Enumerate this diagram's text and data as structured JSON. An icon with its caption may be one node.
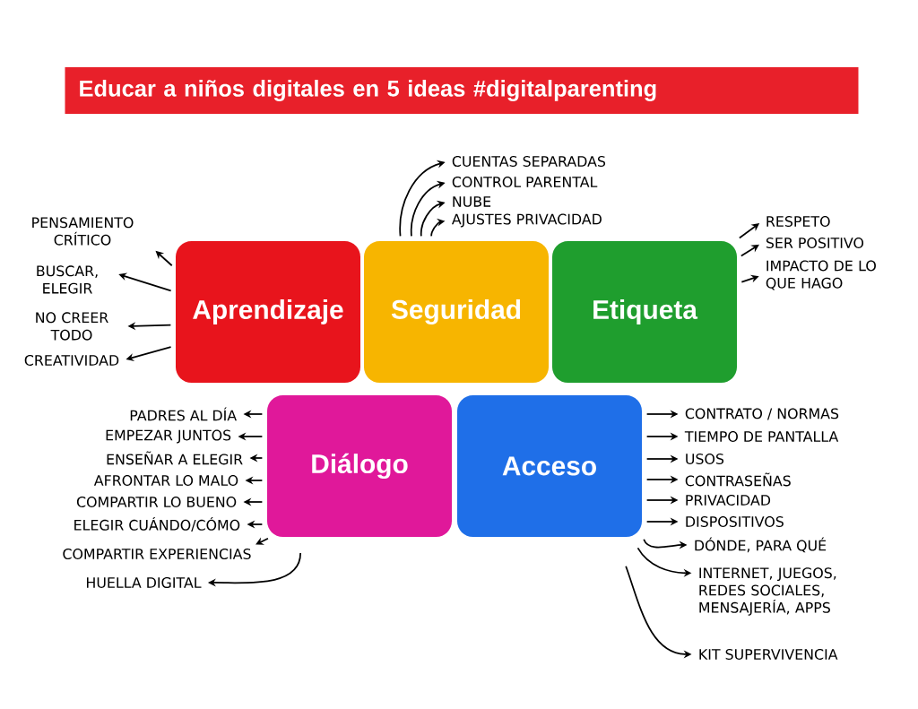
{
  "diagram": {
    "title": "Educar a niños digitales en 5 ideas #digitalparenting",
    "nodes": [
      {
        "text": [
          "Aprendizaje"
        ]
      },
      {
        "text": [
          "Seguridad"
        ]
      },
      {
        "text": [
          "Etiqueta"
        ]
      },
      {
        "text": [
          "Diálogo"
        ]
      },
      {
        "text": [
          "Acceso"
        ]
      },
      {
        "text": [
          "PENSAMIENTO CRÍTICO"
        ]
      },
      {
        "text": [
          "BUSCAR, ELEGIR"
        ]
      },
      {
        "text": [
          "NO CREER TODO"
        ]
      },
      {
        "text": [
          "CREATIVIDAD"
        ]
      },
      {
        "text": [
          "CUENTAS SEPARADAS"
        ]
      },
      {
        "text": [
          "CONTROL PARENTAL"
        ]
      },
      {
        "text": [
          "NUBE"
        ]
      },
      {
        "text": [
          "AJUSTES PRIVACIDAD"
        ]
      },
      {
        "text": [
          "RESPETO"
        ]
      },
      {
        "text": [
          "SER POSITIVO"
        ]
      },
      {
        "text": [
          "IMPACTO DE LO QUE HAGO"
        ]
      },
      {
        "text": [
          "PADRES AL DÍA"
        ]
      },
      {
        "text": [
          "EMPEZAR JUNTOS"
        ]
      },
      {
        "text": [
          "ENSEÑAR A ELEGIR"
        ]
      },
      {
        "text": [
          "AFRONTAR LO MALO"
        ]
      },
      {
        "text": [
          "COMPARTIR LO BUENO"
        ]
      },
      {
        "text": [
          "ELEGIR CUÁNDO/CÓMO"
        ]
      },
      {
        "text": [
          "COMPARTIR EXPERIENCIAS"
        ]
      },
      {
        "text": [
          "HUELLA DIGITAL"
        ]
      },
      {
        "text": [
          "CONTRATO / NORMAS"
        ]
      },
      {
        "text": [
          "TIEMPO DE PANTALLA"
        ]
      },
      {
        "text": [
          "USOS"
        ]
      },
      {
        "text": [
          "CONTRASEÑAS"
        ]
      },
      {
        "text": [
          "PRIVACIDAD"
        ]
      },
      {
        "text": [
          "DISPOSITIVOS"
        ]
      },
      {
        "text": [
          "DÓNDE, PARA QUÉ"
        ]
      },
      {
        "text": [
          "INTERNET, JUEGOS, REDES SOCIALES, MENSAJERÍA, APPS"
        ]
      },
      {
        "text": [
          "KIT SUPERVIVENCIA"
        ]
      }
    ],
    "edges": [
      {
        "from": 0,
        "to": 5,
        "arrow": "to"
      },
      {
        "from": 0,
        "to": 6,
        "arrow": "to"
      },
      {
        "from": 0,
        "to": 7,
        "arrow": "to"
      },
      {
        "from": 0,
        "to": 8,
        "arrow": "to"
      },
      {
        "from": 1,
        "to": 9,
        "arrow": "to"
      },
      {
        "from": 1,
        "to": 10,
        "arrow": "to"
      },
      {
        "from": 1,
        "to": 11,
        "arrow": "to"
      },
      {
        "from": 1,
        "to": 12,
        "arrow": "to"
      },
      {
        "from": 2,
        "to": 13,
        "arrow": "to"
      },
      {
        "from": 2,
        "to": 14,
        "arrow": "to"
      },
      {
        "from": 2,
        "to": 15,
        "arrow": "to"
      },
      {
        "from": 3,
        "to": 16,
        "arrow": "to"
      },
      {
        "from": 3,
        "to": 17,
        "arrow": "to"
      },
      {
        "from": 3,
        "to": 18,
        "arrow": "to"
      },
      {
        "from": 3,
        "to": 19,
        "arrow": "to"
      },
      {
        "from": 3,
        "to": 20,
        "arrow": "to"
      },
      {
        "from": 3,
        "to": 21,
        "arrow": "to"
      },
      {
        "from": 3,
        "to": 22,
        "arrow": "to"
      },
      {
        "from": 3,
        "to": 23,
        "arrow": "to"
      },
      {
        "from": 4,
        "to": 24,
        "arrow": "to"
      },
      {
        "from": 4,
        "to": 25,
        "arrow": "to"
      },
      {
        "from": 4,
        "to": 26,
        "arrow": "to"
      },
      {
        "from": 4,
        "to": 27,
        "arrow": "to"
      },
      {
        "from": 4,
        "to": 28,
        "arrow": "to"
      },
      {
        "from": 4,
        "to": 29,
        "arrow": "to"
      },
      {
        "from": 4,
        "to": 30,
        "arrow": "to"
      },
      {
        "from": 4,
        "to": 31,
        "arrow": "to"
      },
      {
        "from": 4,
        "to": 32,
        "arrow": "to"
      }
    ]
  }
}
